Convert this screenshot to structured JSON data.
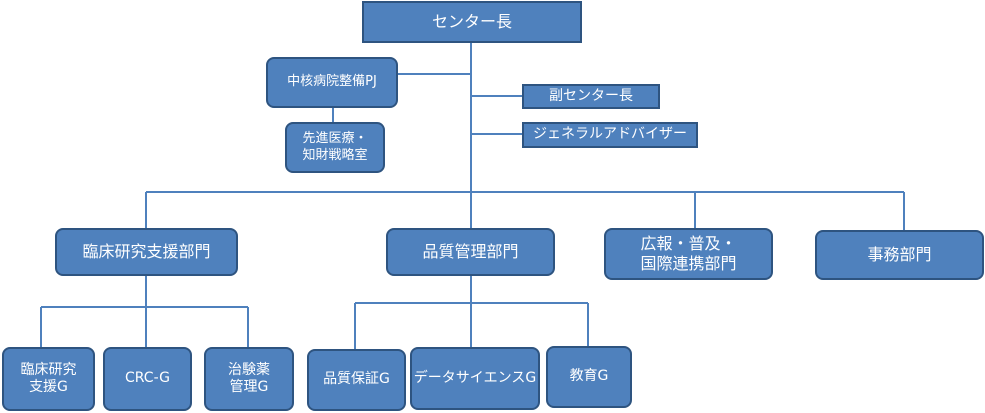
{
  "org_chart": {
    "center_director": "センター長",
    "core_hospital_pj": "中核病院整備PJ",
    "advanced_medicine_line1": "先進医療・",
    "advanced_medicine_line2": "知財戦略室",
    "deputy_director": "副センター長",
    "general_advisor": "ジェネラルアドバイザー",
    "departments": {
      "clinical_support": "臨床研究支援部門",
      "quality_management": "品質管理部門",
      "pr_line1": "広報・普及・",
      "pr_line2": "国際連携部門",
      "administration": "事務部門"
    },
    "groups": {
      "clinical_support_line1": "臨床研究",
      "clinical_support_line2": "支援G",
      "crc": "CRC-G",
      "investigational_drug_line1": "治験薬",
      "investigational_drug_line2": "管理G",
      "quality_assurance": "品質保証G",
      "data_science": "データサイエンスG",
      "education": "教育G"
    }
  },
  "colors": {
    "box_fill": "#4f81bd",
    "box_border": "#2e5480",
    "connector": "#4f81bd",
    "text": "#ffffff"
  }
}
